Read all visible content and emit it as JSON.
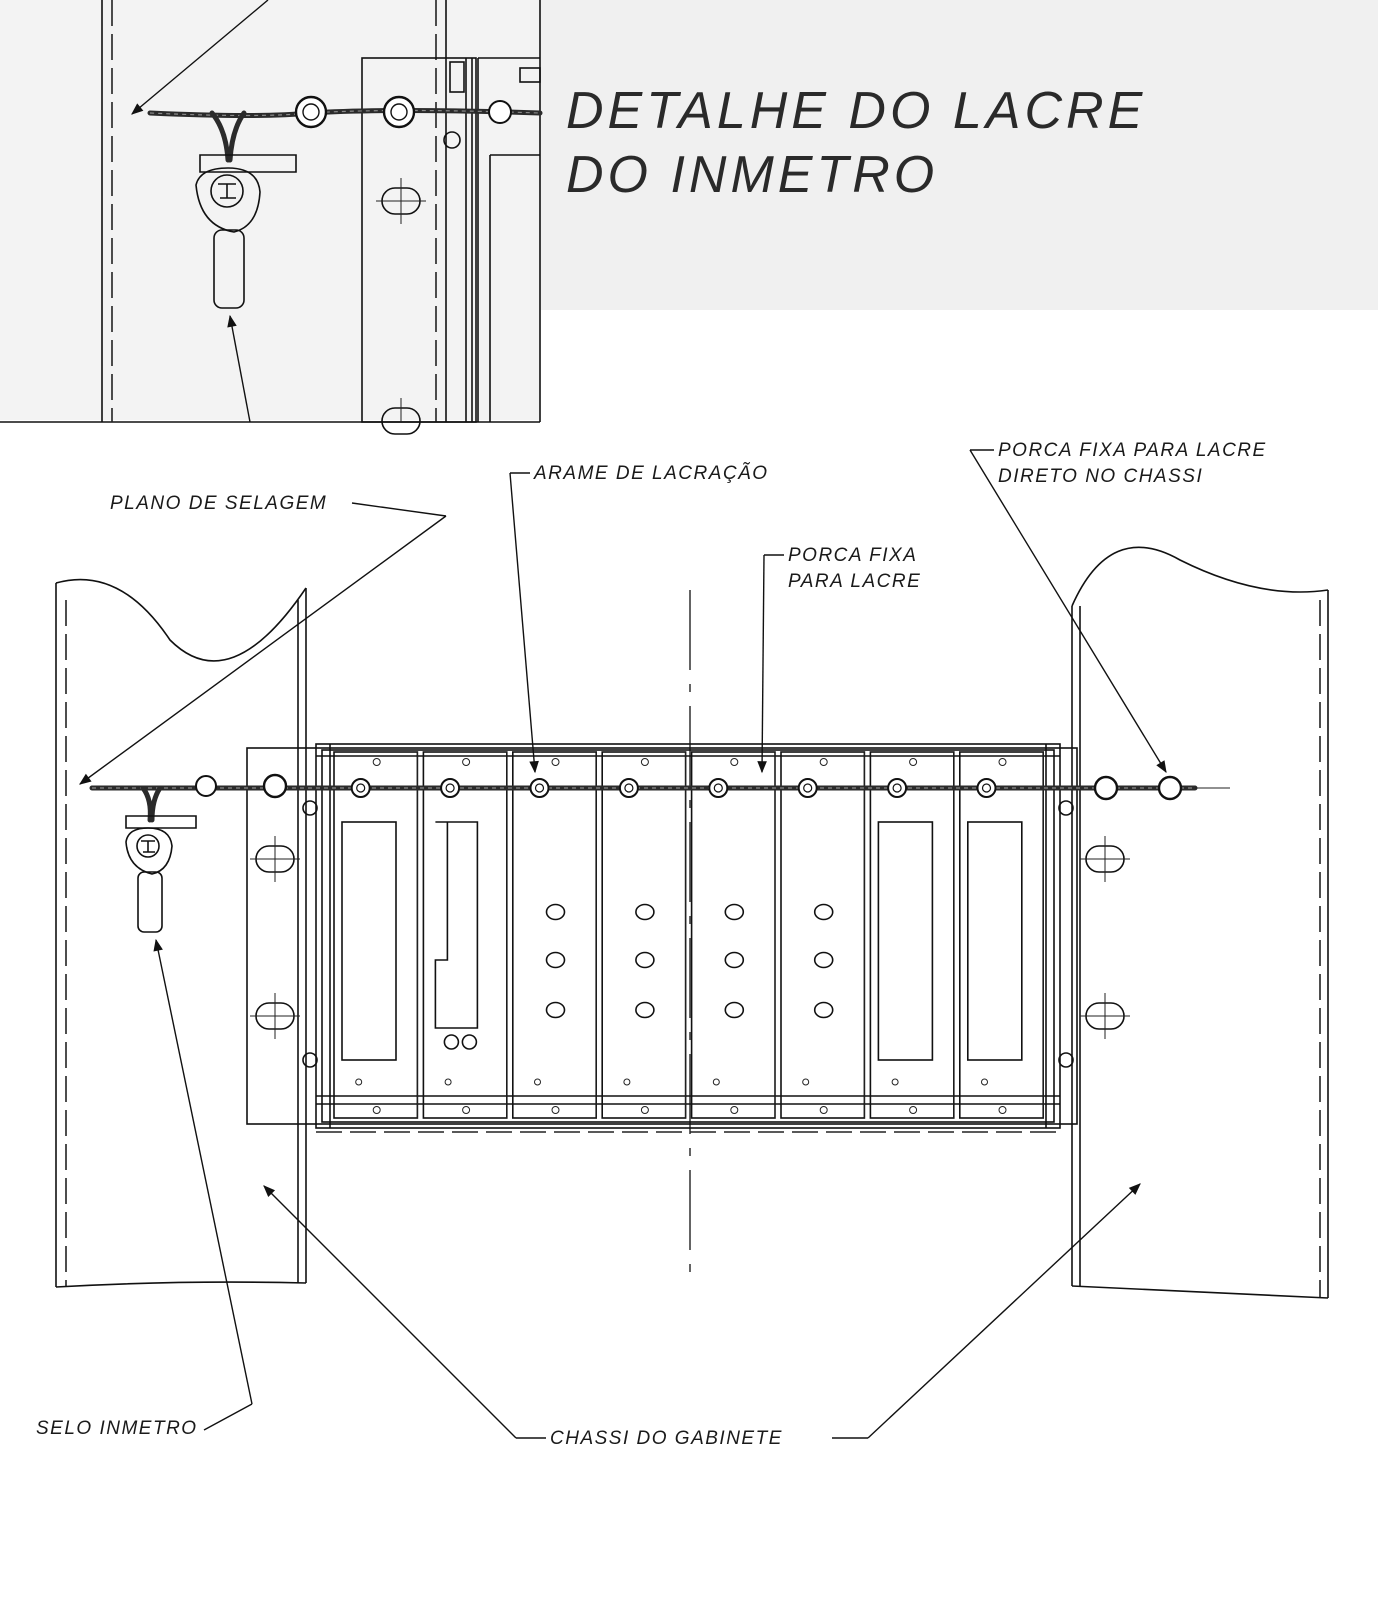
{
  "title": {
    "line1": "DETALHE DO LACRE",
    "line2": "DO INMETRO"
  },
  "labels": {
    "plano": "PLANO DE SELAGEM",
    "arame": "ARAME DE LACRAÇÃO",
    "porca_fixa_1": "PORCA FIXA",
    "porca_fixa_2": "PARA LACRE",
    "porca_chassi_1": "PORCA FIXA PARA LACRE",
    "porca_chassi_2": "DIRETO NO CHASSI",
    "selo": "SELO INMETRO",
    "chassi": "CHASSI DO GABINETE"
  },
  "rack": {
    "slot_count": 8
  },
  "colors": {
    "line": "#111111",
    "title_band": "#f0f0f0"
  }
}
